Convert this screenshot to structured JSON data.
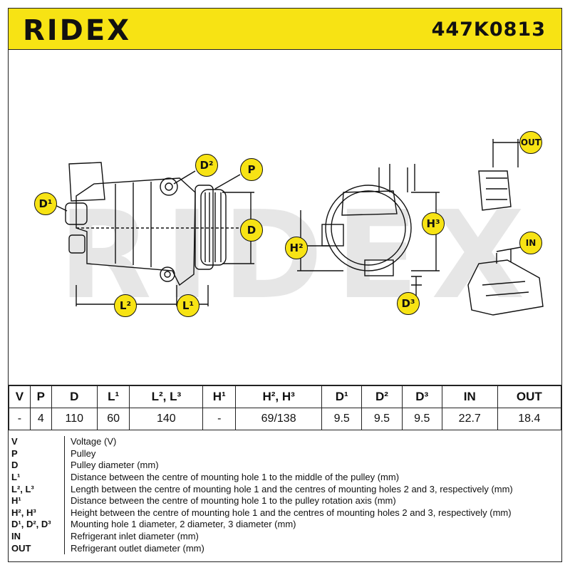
{
  "header": {
    "brand": "RIDEX",
    "part_number": "447K0813"
  },
  "watermark": "RIDEX",
  "callouts": {
    "d1_left": "D¹",
    "d2": "D²",
    "p": "P",
    "d": "D",
    "l2": "L²",
    "l1": "L¹",
    "h2": "H²",
    "h3": "H³",
    "d3": "D³",
    "out": "OUT",
    "in": "IN"
  },
  "spec_table": {
    "headers": [
      "V",
      "P",
      "D",
      "L¹",
      "L², L³",
      "H¹",
      "H², H³",
      "D¹",
      "D²",
      "D³",
      "IN",
      "OUT"
    ],
    "values": [
      "-",
      "4",
      "110",
      "60",
      "140",
      "-",
      "69/138",
      "9.5",
      "9.5",
      "9.5",
      "22.7",
      "18.4"
    ]
  },
  "legend": [
    {
      "key": "V",
      "desc": "Voltage (V)"
    },
    {
      "key": "P",
      "desc": "Pulley"
    },
    {
      "key": "D",
      "desc": "Pulley diameter (mm)"
    },
    {
      "key": "L¹",
      "desc": "Distance between the centre of mounting hole 1 to the middle of the pulley (mm)"
    },
    {
      "key": "L², L³",
      "desc": "Length between the centre of mounting hole 1 and the centres of mounting holes 2 and 3, respectively (mm)"
    },
    {
      "key": "H¹",
      "desc": "Distance between the centre of mounting hole 1 to the pulley rotation axis (mm)"
    },
    {
      "key": "H², H³",
      "desc": "Height between the centre of mounting hole 1 and the centres of mounting holes 2 and 3, respectively (mm)"
    },
    {
      "key": "D¹, D², D³",
      "desc": "Mounting hole 1 diameter, 2 diameter, 3 diameter (mm)"
    },
    {
      "key": "IN",
      "desc": "Refrigerant inlet diameter (mm)"
    },
    {
      "key": "OUT",
      "desc": "Refrigerant outlet diameter (mm)"
    }
  ]
}
